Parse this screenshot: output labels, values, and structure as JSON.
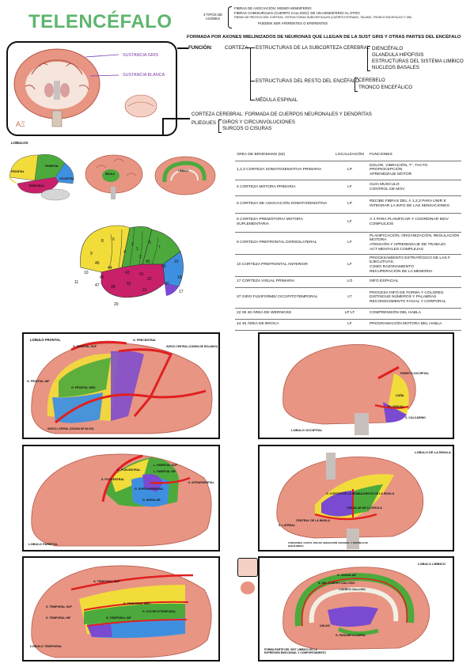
{
  "title": "TELENCÉFALO",
  "axon_types": {
    "label": "3 TIPOS DE AXONES",
    "items": [
      "FIBRAS DE ASOCIACIÓN: MISMO HEMISFERIO",
      "FIBRAS COMISURALES (CUERPO CALLOSO): DE UN HEMISFERIO AL OTRO",
      "FIBRAS DE PROYECCIÓN: CORTEZA - ESTRUCTURAS SUBCORTICALES (CUERPO ESTRIADO, TÁLAMO, TRONCO ENCEFÁLICO Y ME)",
      "PUEDEN SER AFERENTES O EFERENTES"
    ]
  },
  "formation": "FORMADA POR AXONES MIELINIZADOS DE NEURONAS QUE LLEGAN DE LA SUST GRIS Y OTRAS PARTES DEL ENCÉFALO",
  "function_label": "FUNCIÓN:",
  "function_corteza": "CORTEZA",
  "subcortex": {
    "label": "ESTRUCTURAS DE LA SUBCORTEZA CEREBRAL",
    "items": [
      "DIENCÉFALO",
      "GLANDULA HIPOFISIS",
      "ESTRUCTURAS DEL SISTEMA LIMBICO",
      "NUCLEOS BASALES"
    ]
  },
  "rest": {
    "label": "ESTRUCTURAS DEL RESTO DEL ENCÉFALO",
    "items": [
      "CEREBELO",
      "TRONCO ENCEFÁLICO"
    ]
  },
  "medula": "MÉDULA ESPINAL",
  "cortex_line": "CORTEZA CEREBRAL: FORMADA DE CUERPOS NEURONALES Y DENDRITAS",
  "pliegues": {
    "label": "PLIEGUES",
    "items": [
      "GIROS Y CIRCUNVOLUCIONES",
      "SURCOS O CISURAS"
    ]
  },
  "brain_labels": {
    "gray": "SUSTANCIA GRIS",
    "white": "SUSTANCIA BLANCA",
    "logo": "AΞ"
  },
  "lobulos_label": "LOBULOS",
  "lobes": {
    "frontal": "FRONTAL",
    "parietal": "PARIETAL",
    "occipital": "OCCIPITAL",
    "temporal": "TEMPORAL",
    "insula": "ÍNSULA",
    "limbico": "LÍMBICO"
  },
  "brodmann_numbers": [
    "3",
    "1",
    "2",
    "5",
    "7",
    "4",
    "6",
    "8",
    "9",
    "10",
    "11",
    "46",
    "44",
    "45",
    "47",
    "43",
    "40",
    "39",
    "41",
    "42",
    "22",
    "21",
    "37",
    "38",
    "20",
    "19",
    "18",
    "17"
  ],
  "table": {
    "headers": [
      "ÁREA DE BRODMANN (52)",
      "LOCALIZACIÓN",
      "FUNCIONES"
    ],
    "rows": [
      {
        "area": "1,2,3 CORTEZA SOMATOSENSITIVA PRIMARIA",
        "loc": "LP",
        "func": "DOLOR, VIBRACIÓN, T°, TACTO\nPROPIOCEPCIÓN\nAPRENDIZAJE MOTOR"
      },
      {
        "area": "4 CORTEZA MOTORA PRIMARIA",
        "loc": "LF",
        "func": "GUÍA MÚSCULO\nCONTROL DE MOV"
      },
      {
        "area": "5 CORTEZA DE ASOCIACIÓN SOMATOSENSITIVA",
        "loc": "LP",
        "func": "RECIBE FIBRAS DEL Á 1,2,3 PARA UNIR E INTEGRAR LA INFO DE LAS SENSACIONES"
      },
      {
        "area": "6 CORTEZA PREMOTORA/ MOTORA SUPLEMENTARIA",
        "loc": "LF",
        "func": "Á 4 PARA PLANIFICAR Y COORDINAR MOV COMPLEJOS"
      },
      {
        "area": "9 CORTEZA PREFRONTAL DORSOLATERAL",
        "loc": "LF",
        "func": "PLANIFICACIÓN, ORGANIZACIÓN, REGULACIÓN MOTORA\nATENCIÓN Y APRENDIZAJE DE TRABAJO\nACT MENTALES COMPLEJAS"
      },
      {
        "area": "10 CORTEZA PREFRONTAL ANTERIOR",
        "loc": "LF",
        "func": "PROCESAMIENTO ESTRATÉGICO DE LAS F. EJECUTIVAS,\nCOMO RAZONAMIENTO\nRECUPERACIÓN DE LA MEMORIA"
      },
      {
        "area": "17 CORTEZA VISUAL PRIMARIA",
        "loc": "LO",
        "func": "INFO ESPACIAL"
      },
      {
        "area": "37 GIRO FUSIFORME/ OCCIPITOTEMPORAL",
        "loc": "LT",
        "func": "PROCESA INFO DE FORMA Y COLORES\nDISTINGUE NÚMEROS Y PALABRAS\nRECONOCIMIENTO FACIAL Y CORPORAL"
      },
      {
        "area": "22 39 40 ÁREA DE WERNICKE",
        "loc": "LP LT",
        "func": "COMPRENSIÓN DEL HABLA"
      },
      {
        "area": "44 45 ÁREA DE BROCA",
        "loc": "LF",
        "func": "PROGRAMACIÓN MOTORA DEL HABLA"
      }
    ]
  },
  "panels": {
    "frontal": {
      "caption": "LOBULO FRONTAL",
      "labels": [
        "G. FRONTAL SUP",
        "G. PRECENTRAL",
        "SURCO CENTRAL (CISURA DE ROLANDO)",
        "G. FRONTAL MED",
        "G. FRONTAL INF",
        "SURCO LATERAL (CISURA DE SILVIO)"
      ]
    },
    "occipital": {
      "caption": "LOBULO OCCIPITAL",
      "labels": [
        "PARIETO-OCCIPITAL",
        "CUÑA",
        "G. LINGUAL",
        "S. CALCARINO"
      ]
    },
    "parietal": {
      "caption": "LOBULO PARIETAL",
      "labels": [
        "G. POSCENTRAL",
        "S. POSCENTRAL",
        "L. PARIETAL SUP",
        "L. PARIETAL INF",
        "G. SUPRAMARGINAL",
        "G. ANGULAR",
        "S. INTRAPARIETAL"
      ]
    },
    "insula": {
      "caption": "LOBULO DE LA ÍNSULA",
      "labels": [
        "G. CORTOS DE LA ÍNSULA",
        "G. LARGOS DE LA ÍNSULA",
        "CIRCULAR DE LA ÍNSULA",
        "CENTRAL DE LA ÍNSULA",
        "S. LATERAL"
      ],
      "note": "FUNCIONES: GUSTO, DOLOR, SENSACIÓN VISCERAL Y VESTIBULAR (EQUILIBRIO)"
    },
    "temporal": {
      "caption": "LOBULO TEMPORAL",
      "labels": [
        "G. TEMPORAL SUP",
        "G. TEMPORAL MED",
        "G. TEMPORAL INF",
        "S. TEMPORAL SUP",
        "S. TEMPORAL INF",
        "G. OCCIPITOTEMPORAL"
      ]
    },
    "limbico": {
      "caption": "LOBULO LÍMBICO",
      "labels": [
        "G. CINGULAR",
        "S. DEL CUERPO CALLOSO",
        "CUERPO CALLOSO",
        "G. PARAHIPOCAMPAL",
        "UNCUS"
      ],
      "note": "FORMA PARTE DEL SIST LÍMBICO EN LA EXPRESIÓN EMOCIONAL Y COMPORTAMIENTO"
    }
  },
  "colors": {
    "title": "#5fb56e",
    "yellow": "#f2dc3a",
    "green": "#4caa3c",
    "blue": "#3f8fe0",
    "purple": "#7a4ad0",
    "magenta": "#c8206a",
    "red": "#e02020",
    "brain": "#e89584"
  }
}
